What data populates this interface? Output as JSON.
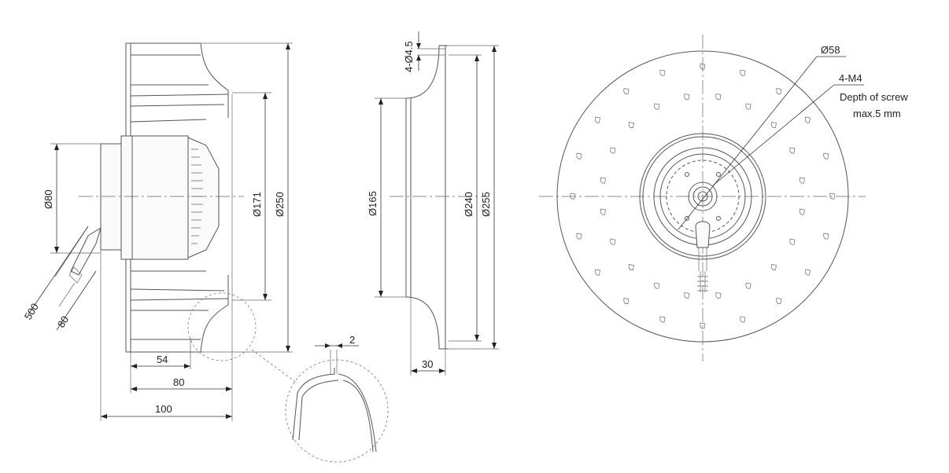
{
  "side_view": {
    "dims": {
      "d80": "Ø80",
      "d171": "Ø171",
      "d250": "Ø250",
      "len54": "54",
      "len80": "80",
      "len100": "100",
      "cable500": "500",
      "cable80": "80"
    },
    "detail_dim": "2"
  },
  "ring_view": {
    "dims": {
      "d165": "Ø165",
      "d240": "Ø240",
      "d255": "Ø255",
      "holes": "4-Ø4.5",
      "width30": "30"
    }
  },
  "front_view": {
    "dims": {
      "d58": "Ø58",
      "screws": "4-M4"
    },
    "note_line1": "Depth of screw",
    "note_line2": "max.5 mm"
  }
}
